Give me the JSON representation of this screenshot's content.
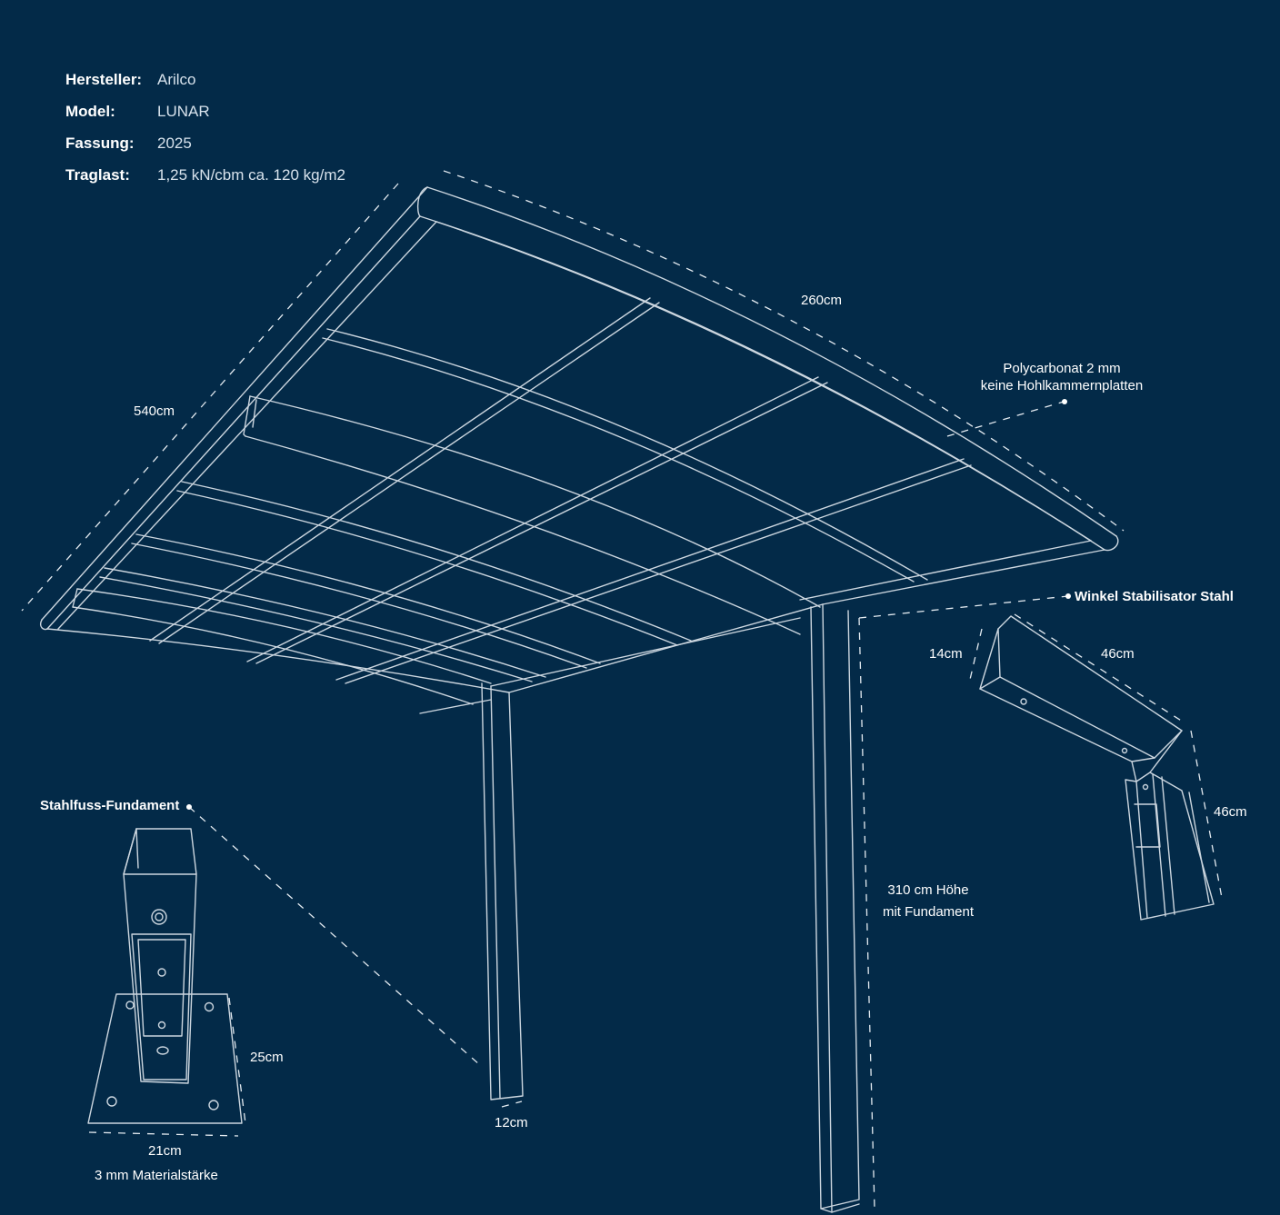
{
  "specs": [
    {
      "key": "Hersteller:",
      "value": "Arilco"
    },
    {
      "key": "Model:",
      "value": "LUNAR"
    },
    {
      "key": "Fassung:",
      "value": "2025"
    },
    {
      "key": "Traglast:",
      "value": "1,25 kN/cbm  ca. 120 kg/m2"
    }
  ],
  "dimensions": {
    "width_top": "260cm",
    "length_left": "540cm",
    "height_line1": "310 cm Höhe",
    "height_line2": "mit Fundament",
    "post_width": "12cm",
    "bracket_height": "14cm",
    "bracket_length_top": "46cm",
    "bracket_length_side": "46cm",
    "foot_height": "25cm",
    "foot_width": "21cm"
  },
  "callouts": {
    "polycarbonate_line1": "Polycarbonat 2 mm",
    "polycarbonate_line2": "keine Hohlkammernplatten",
    "bracket_title": "Winkel Stabilisator Stahl",
    "foundation_title": "Stahlfuss-Fundament",
    "material_thickness": "3 mm Materialstärke"
  },
  "colors": {
    "background": "#032a48",
    "line": "#ccd6df",
    "text": "#ffffff"
  }
}
